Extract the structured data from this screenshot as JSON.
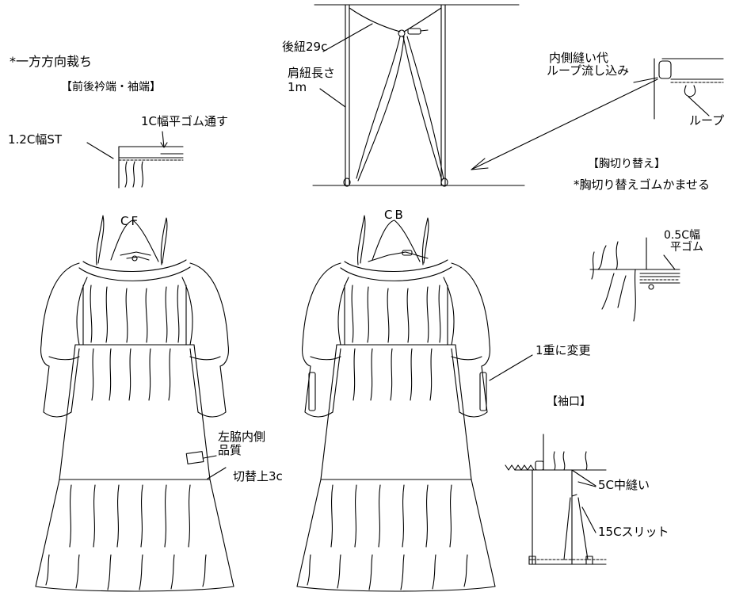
{
  "labels": {
    "one_direction_cut": "*一方方向裁ち",
    "neck_sleeve_edge": "【前後衿端・袖端】",
    "flat_elastic_1c": "1C幅平ゴム通す",
    "st_1_2c": "1.2C幅ST",
    "back_tie": "後紐29c",
    "strap_length": "肩紐長さ",
    "strap_length_value": "1m",
    "inner_seam_allowance": "内側縫い代",
    "loop_insert": "ループ流し込み",
    "loop": "ループ",
    "chest_switch": "【胸切り替え】",
    "chest_elastic_gather": "*胸切り替えゴムかませる",
    "cf": "CF",
    "cb": "CB",
    "flat_elastic_0_5c_1": "0.5C幅",
    "flat_elastic_0_5c_2": "平ゴム",
    "single_layer": "1重に変更",
    "cuff": "【袖口】",
    "left_side_inner": "左脇内側",
    "quality_label": "品質",
    "switch_up_3c": "切替上3c",
    "center_seam_5c": "5C中縫い",
    "slit_15c": "15Cスリット"
  },
  "colors": {
    "line": "#000000",
    "background": "#ffffff"
  }
}
